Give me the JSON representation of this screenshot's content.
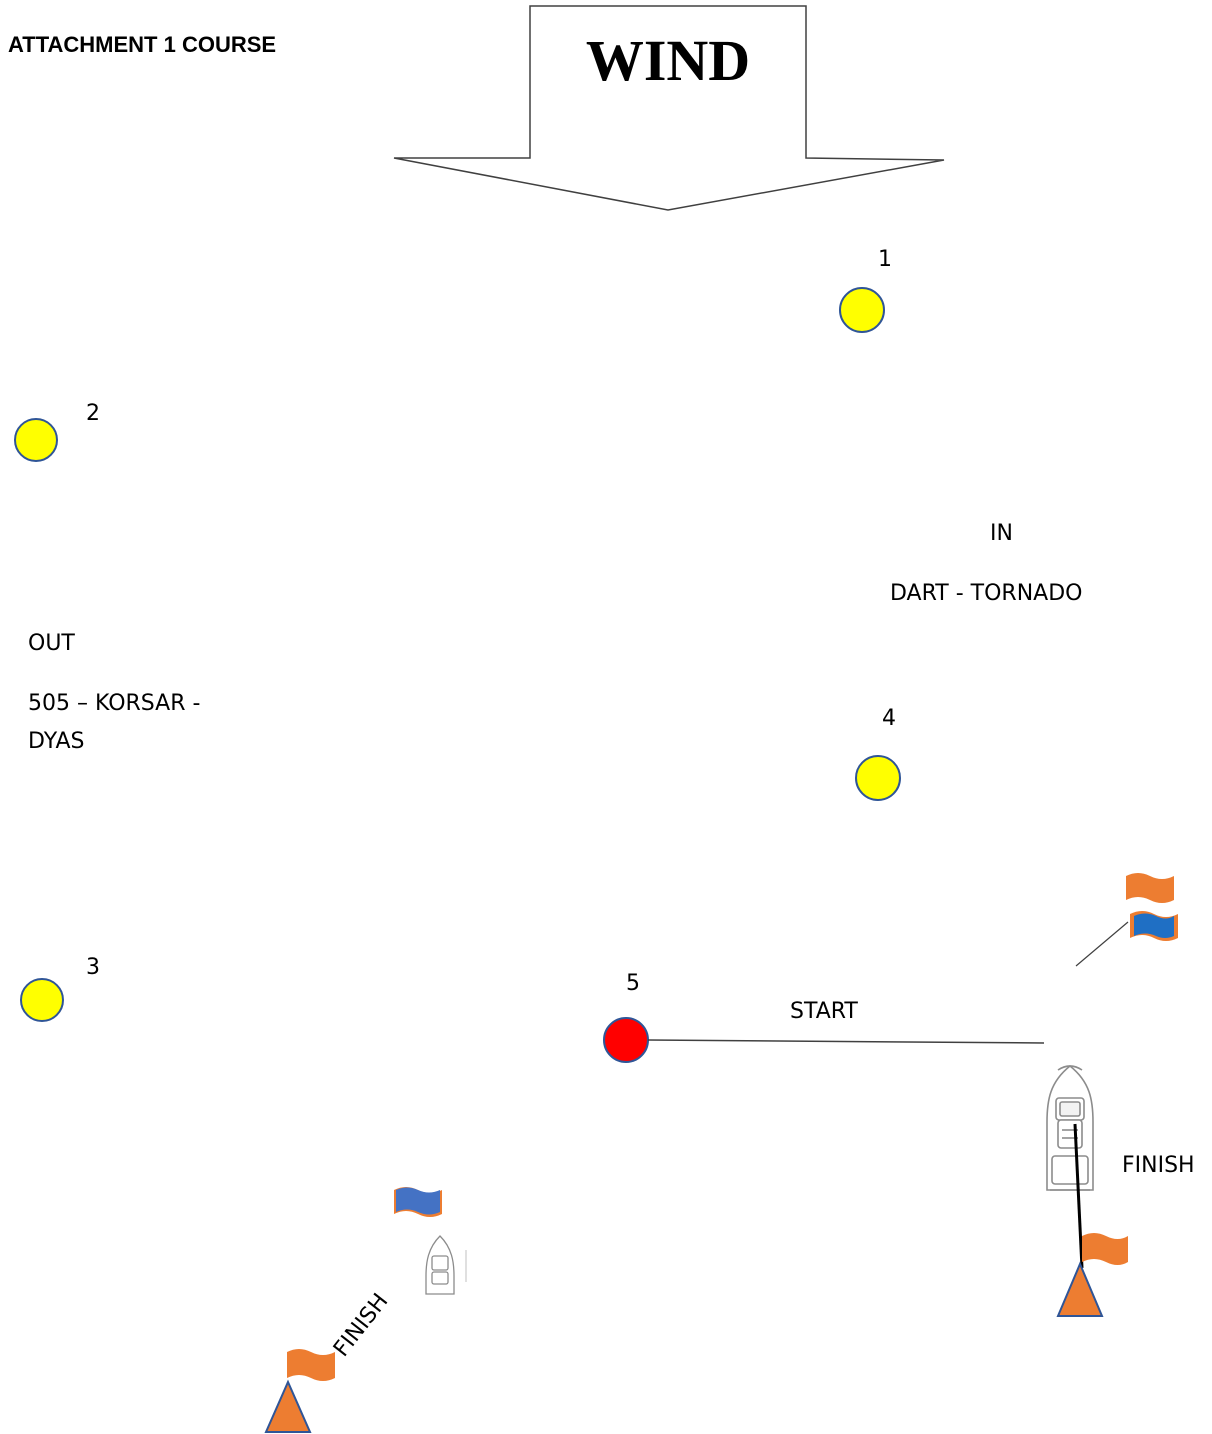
{
  "title": "ATTACHMENT 1 COURSE",
  "wind_label": "WIND",
  "marks": [
    {
      "id": "1",
      "label": "1",
      "color": "#ffff00",
      "shape": "circle"
    },
    {
      "id": "2",
      "label": "2",
      "color": "#ffff00",
      "shape": "circle"
    },
    {
      "id": "3",
      "label": "3",
      "color": "#ffff00",
      "shape": "circle"
    },
    {
      "id": "4",
      "label": "4",
      "color": "#ffff00",
      "shape": "circle"
    },
    {
      "id": "5",
      "label": "5",
      "color": "#ff0000",
      "shape": "circle"
    }
  ],
  "in_group": {
    "heading": "IN",
    "classes": "DART - TORNADO"
  },
  "out_group": {
    "heading": "OUT",
    "classes_line1": "505 – KORSAR -",
    "classes_line2": "DYAS"
  },
  "start_label": "START",
  "finish_right_label": "FINISH",
  "finish_left_label": "FINISH",
  "colors": {
    "orange_flag": "#ed7d31",
    "blue_flag": "#1f6fc4",
    "mark_outline": "#2f5597",
    "buoy_orange": "#ed7d31"
  }
}
